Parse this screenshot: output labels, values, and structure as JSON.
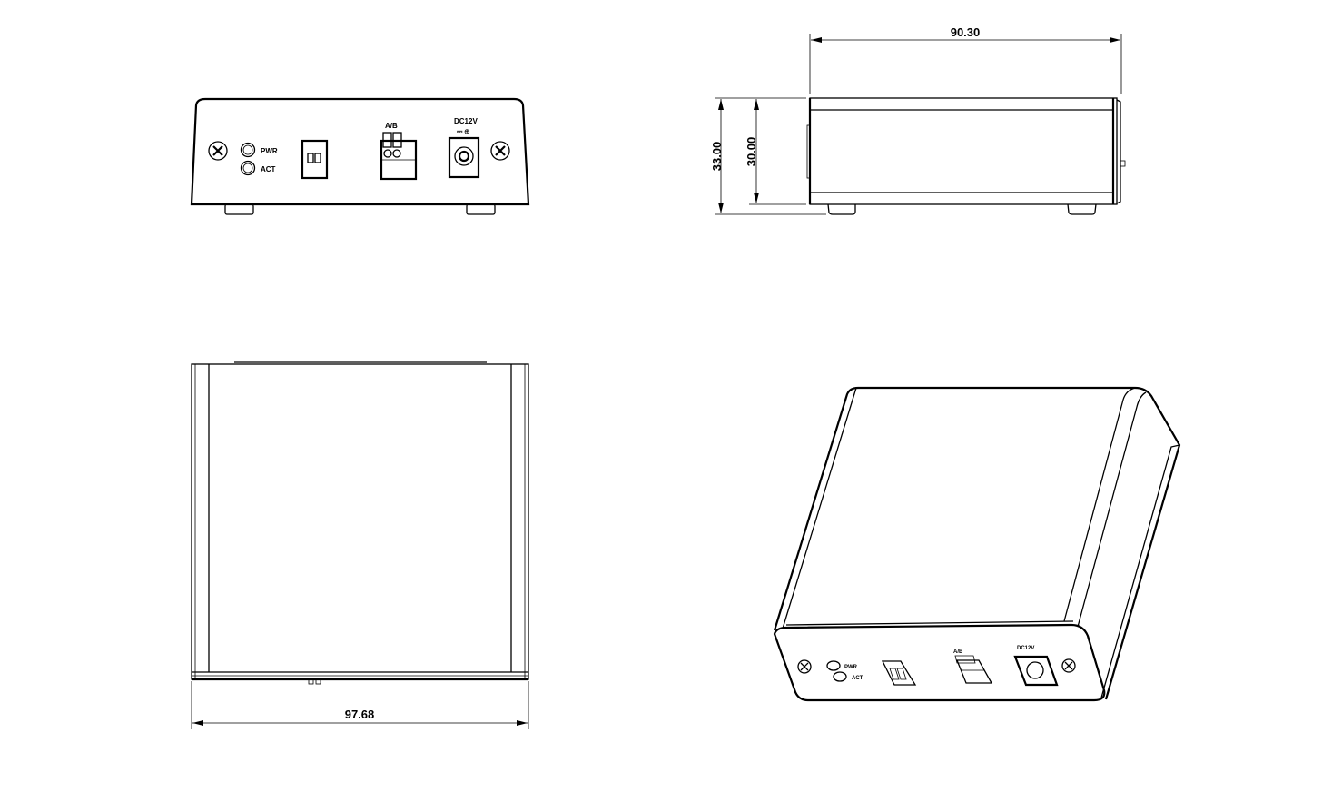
{
  "drawing": {
    "front_view": {
      "labels": {
        "pwr": "PWR",
        "act": "ACT",
        "ab": "A/B",
        "dc": "DC12V",
        "dc_symbol": "⎓ ⊕"
      }
    },
    "side_view": {
      "dimensions": {
        "length": "90.30",
        "height_total": "33.00",
        "height_body": "30.00"
      }
    },
    "top_view": {
      "dimensions": {
        "width": "97.68"
      }
    },
    "isometric_view": {
      "labels": {
        "pwr": "PWR",
        "act": "ACT",
        "ab": "A/B",
        "dc": "DC12V"
      }
    }
  }
}
